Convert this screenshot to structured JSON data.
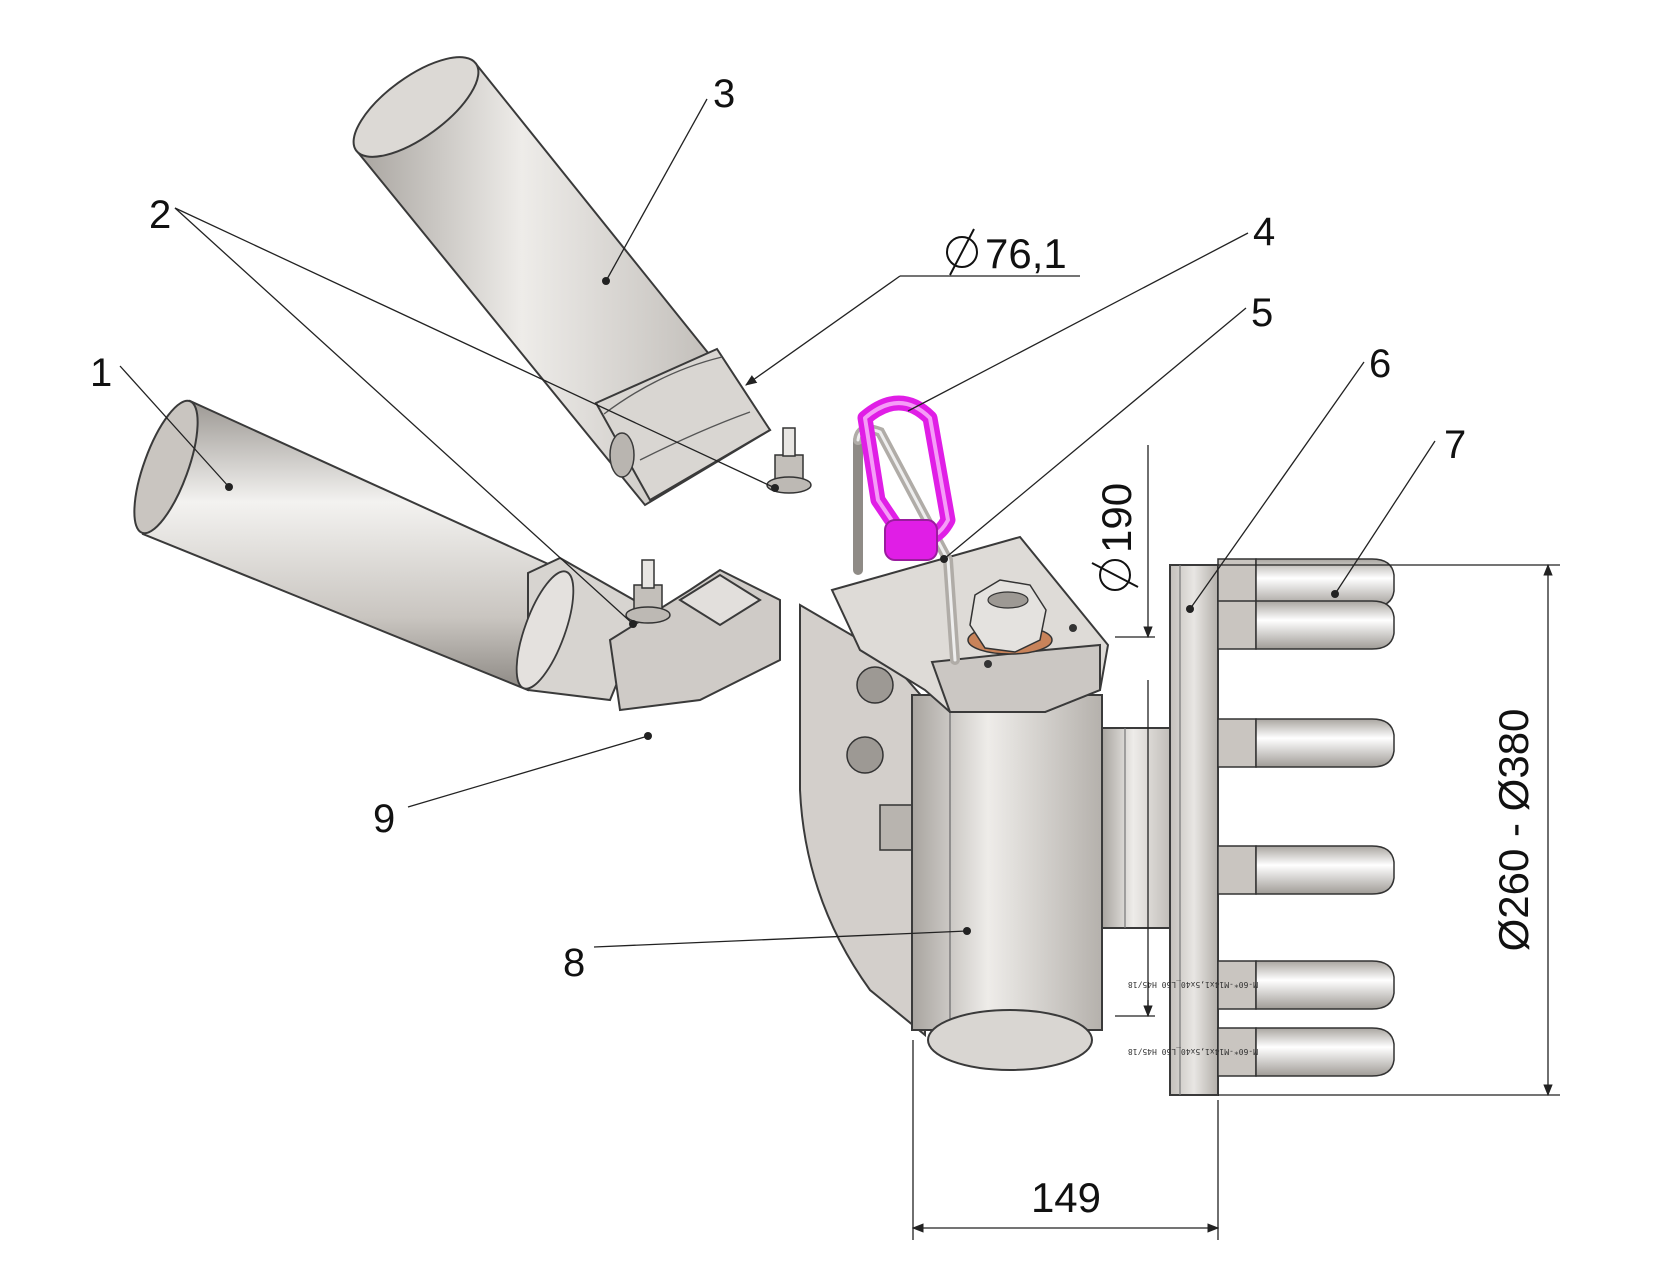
{
  "part_labels": {
    "p1": "1",
    "p2": "2",
    "p3": "3",
    "p4": "4",
    "p5": "5",
    "p6": "6",
    "p7": "7",
    "p8": "8",
    "p9": "9"
  },
  "dimensions": {
    "tube_diameter": "76,1",
    "hub_diameter": "190",
    "flange_range": "Ø260 - Ø380",
    "width": "149"
  },
  "stud_marking": "M-60*-M14x1,5x40_L50 H45/18",
  "colors": {
    "steel": "#d6d3cf",
    "shackle": "#e01ee6",
    "washer": "#c8835a"
  }
}
